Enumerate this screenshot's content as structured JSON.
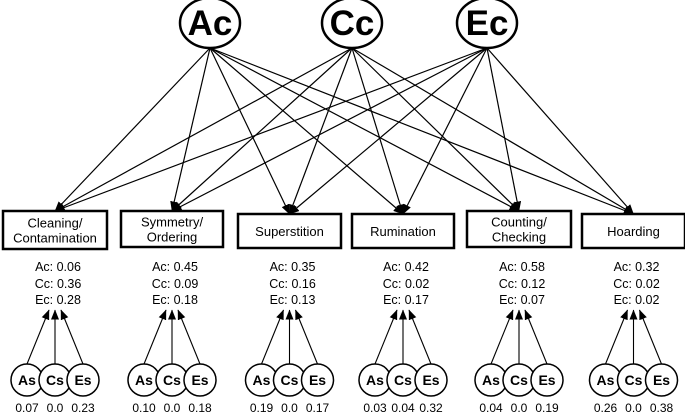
{
  "latents": [
    {
      "id": "Ac",
      "label": "Ac"
    },
    {
      "id": "Cc",
      "label": "Cc"
    },
    {
      "id": "Ec",
      "label": "Ec"
    }
  ],
  "dimensions": [
    {
      "id": "cleaning",
      "label_lines": [
        "Cleaning/",
        "Contamination"
      ],
      "coefficients": [
        "Ac: 0.06",
        "Cc: 0.36",
        "Ec: 0.28"
      ],
      "specific": [
        {
          "label": "As",
          "value": "0.07"
        },
        {
          "label": "Cs",
          "value": "0.0"
        },
        {
          "label": "Es",
          "value": "0.23"
        }
      ]
    },
    {
      "id": "symmetry",
      "label_lines": [
        "Symmetry/",
        "Ordering"
      ],
      "coefficients": [
        "Ac: 0.45",
        "Cc: 0.09",
        "Ec: 0.18"
      ],
      "specific": [
        {
          "label": "As",
          "value": "0.10"
        },
        {
          "label": "Cs",
          "value": "0.0"
        },
        {
          "label": "Es",
          "value": "0.18"
        }
      ]
    },
    {
      "id": "superstition",
      "label_lines": [
        "Superstition"
      ],
      "coefficients": [
        "Ac: 0.35",
        "Cc: 0.16",
        "Ec: 0.13"
      ],
      "specific": [
        {
          "label": "As",
          "value": "0.19"
        },
        {
          "label": "Cs",
          "value": "0.0"
        },
        {
          "label": "Es",
          "value": "0.17"
        }
      ]
    },
    {
      "id": "rumination",
      "label_lines": [
        "Rumination"
      ],
      "coefficients": [
        "Ac: 0.42",
        "Cc: 0.02",
        "Ec: 0.17"
      ],
      "specific": [
        {
          "label": "As",
          "value": "0.03"
        },
        {
          "label": "Cs",
          "value": "0.04"
        },
        {
          "label": "Es",
          "value": "0.32"
        }
      ]
    },
    {
      "id": "counting",
      "label_lines": [
        "Counting/",
        "Checking"
      ],
      "coefficients": [
        "Ac: 0.58",
        "Cc: 0.12",
        "Ec: 0.07"
      ],
      "specific": [
        {
          "label": "As",
          "value": "0.04"
        },
        {
          "label": "Cs",
          "value": "0.0"
        },
        {
          "label": "Es",
          "value": "0.19"
        }
      ]
    },
    {
      "id": "hoarding",
      "label_lines": [
        "Hoarding"
      ],
      "coefficients": [
        "Ac: 0.32",
        "Cc: 0.02",
        "Ec: 0.02"
      ],
      "specific": [
        {
          "label": "As",
          "value": "0.26"
        },
        {
          "label": "Cs",
          "value": "0.0"
        },
        {
          "label": "Es",
          "value": "0.38"
        }
      ]
    }
  ]
}
